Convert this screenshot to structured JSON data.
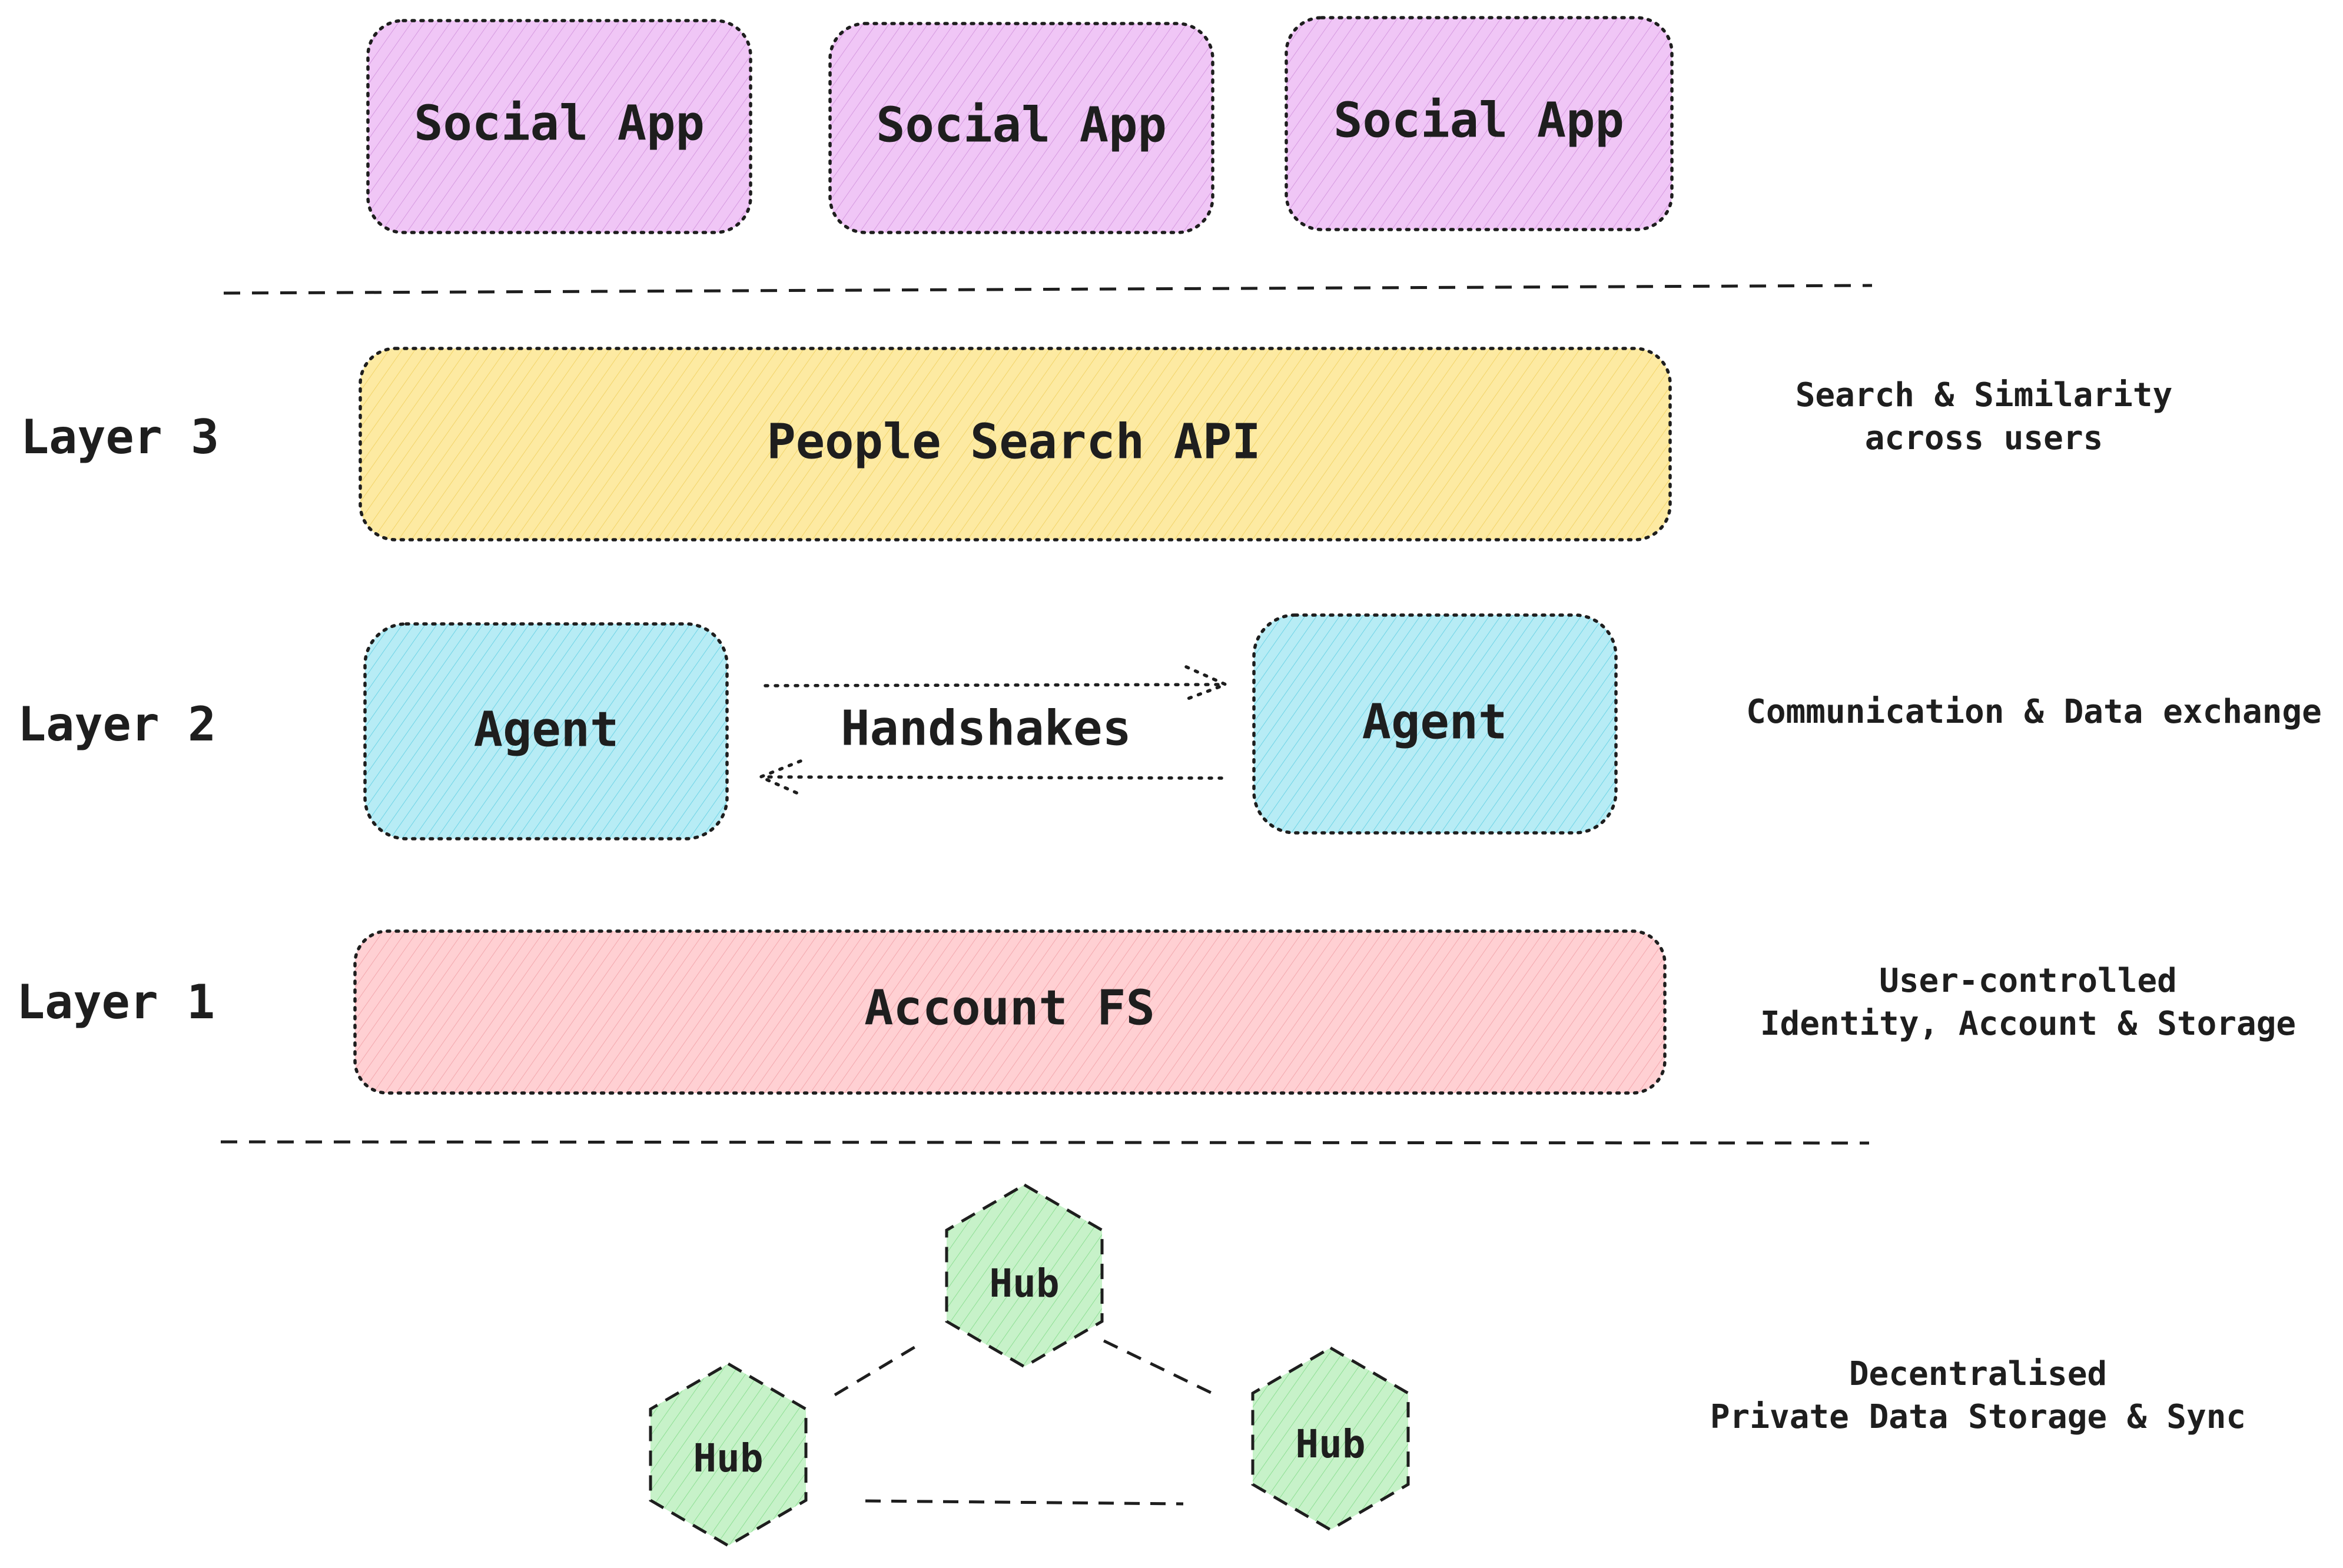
{
  "colors": {
    "social_fill": "#f0c6f6",
    "search_fill": "#fdeaa2",
    "agent_fill": "#b7ecf5",
    "account_fill": "#ffd0d3",
    "hub_fill": "#c7f2c9",
    "stroke": "#1e1e1e"
  },
  "social_apps": [
    {
      "label": "Social App"
    },
    {
      "label": "Social App"
    },
    {
      "label": "Social App"
    }
  ],
  "layers": [
    {
      "label": "Layer 3",
      "component": "People Search API",
      "note_line1": "Search & Similarity",
      "note_line2": "across users"
    },
    {
      "label": "Layer 2",
      "component_left": "Agent",
      "component_right": "Agent",
      "connector": "Handshakes",
      "note_line1": "Communication & Data exchange"
    },
    {
      "label": "Layer 1",
      "component": "Account FS",
      "note_line1": "User-controlled",
      "note_line2": "Identity, Account & Storage"
    }
  ],
  "hubs": {
    "nodes": [
      {
        "label": "Hub"
      },
      {
        "label": "Hub"
      },
      {
        "label": "Hub"
      }
    ],
    "note_line1": "Decentralised",
    "note_line2": "Private Data Storage & Sync"
  }
}
